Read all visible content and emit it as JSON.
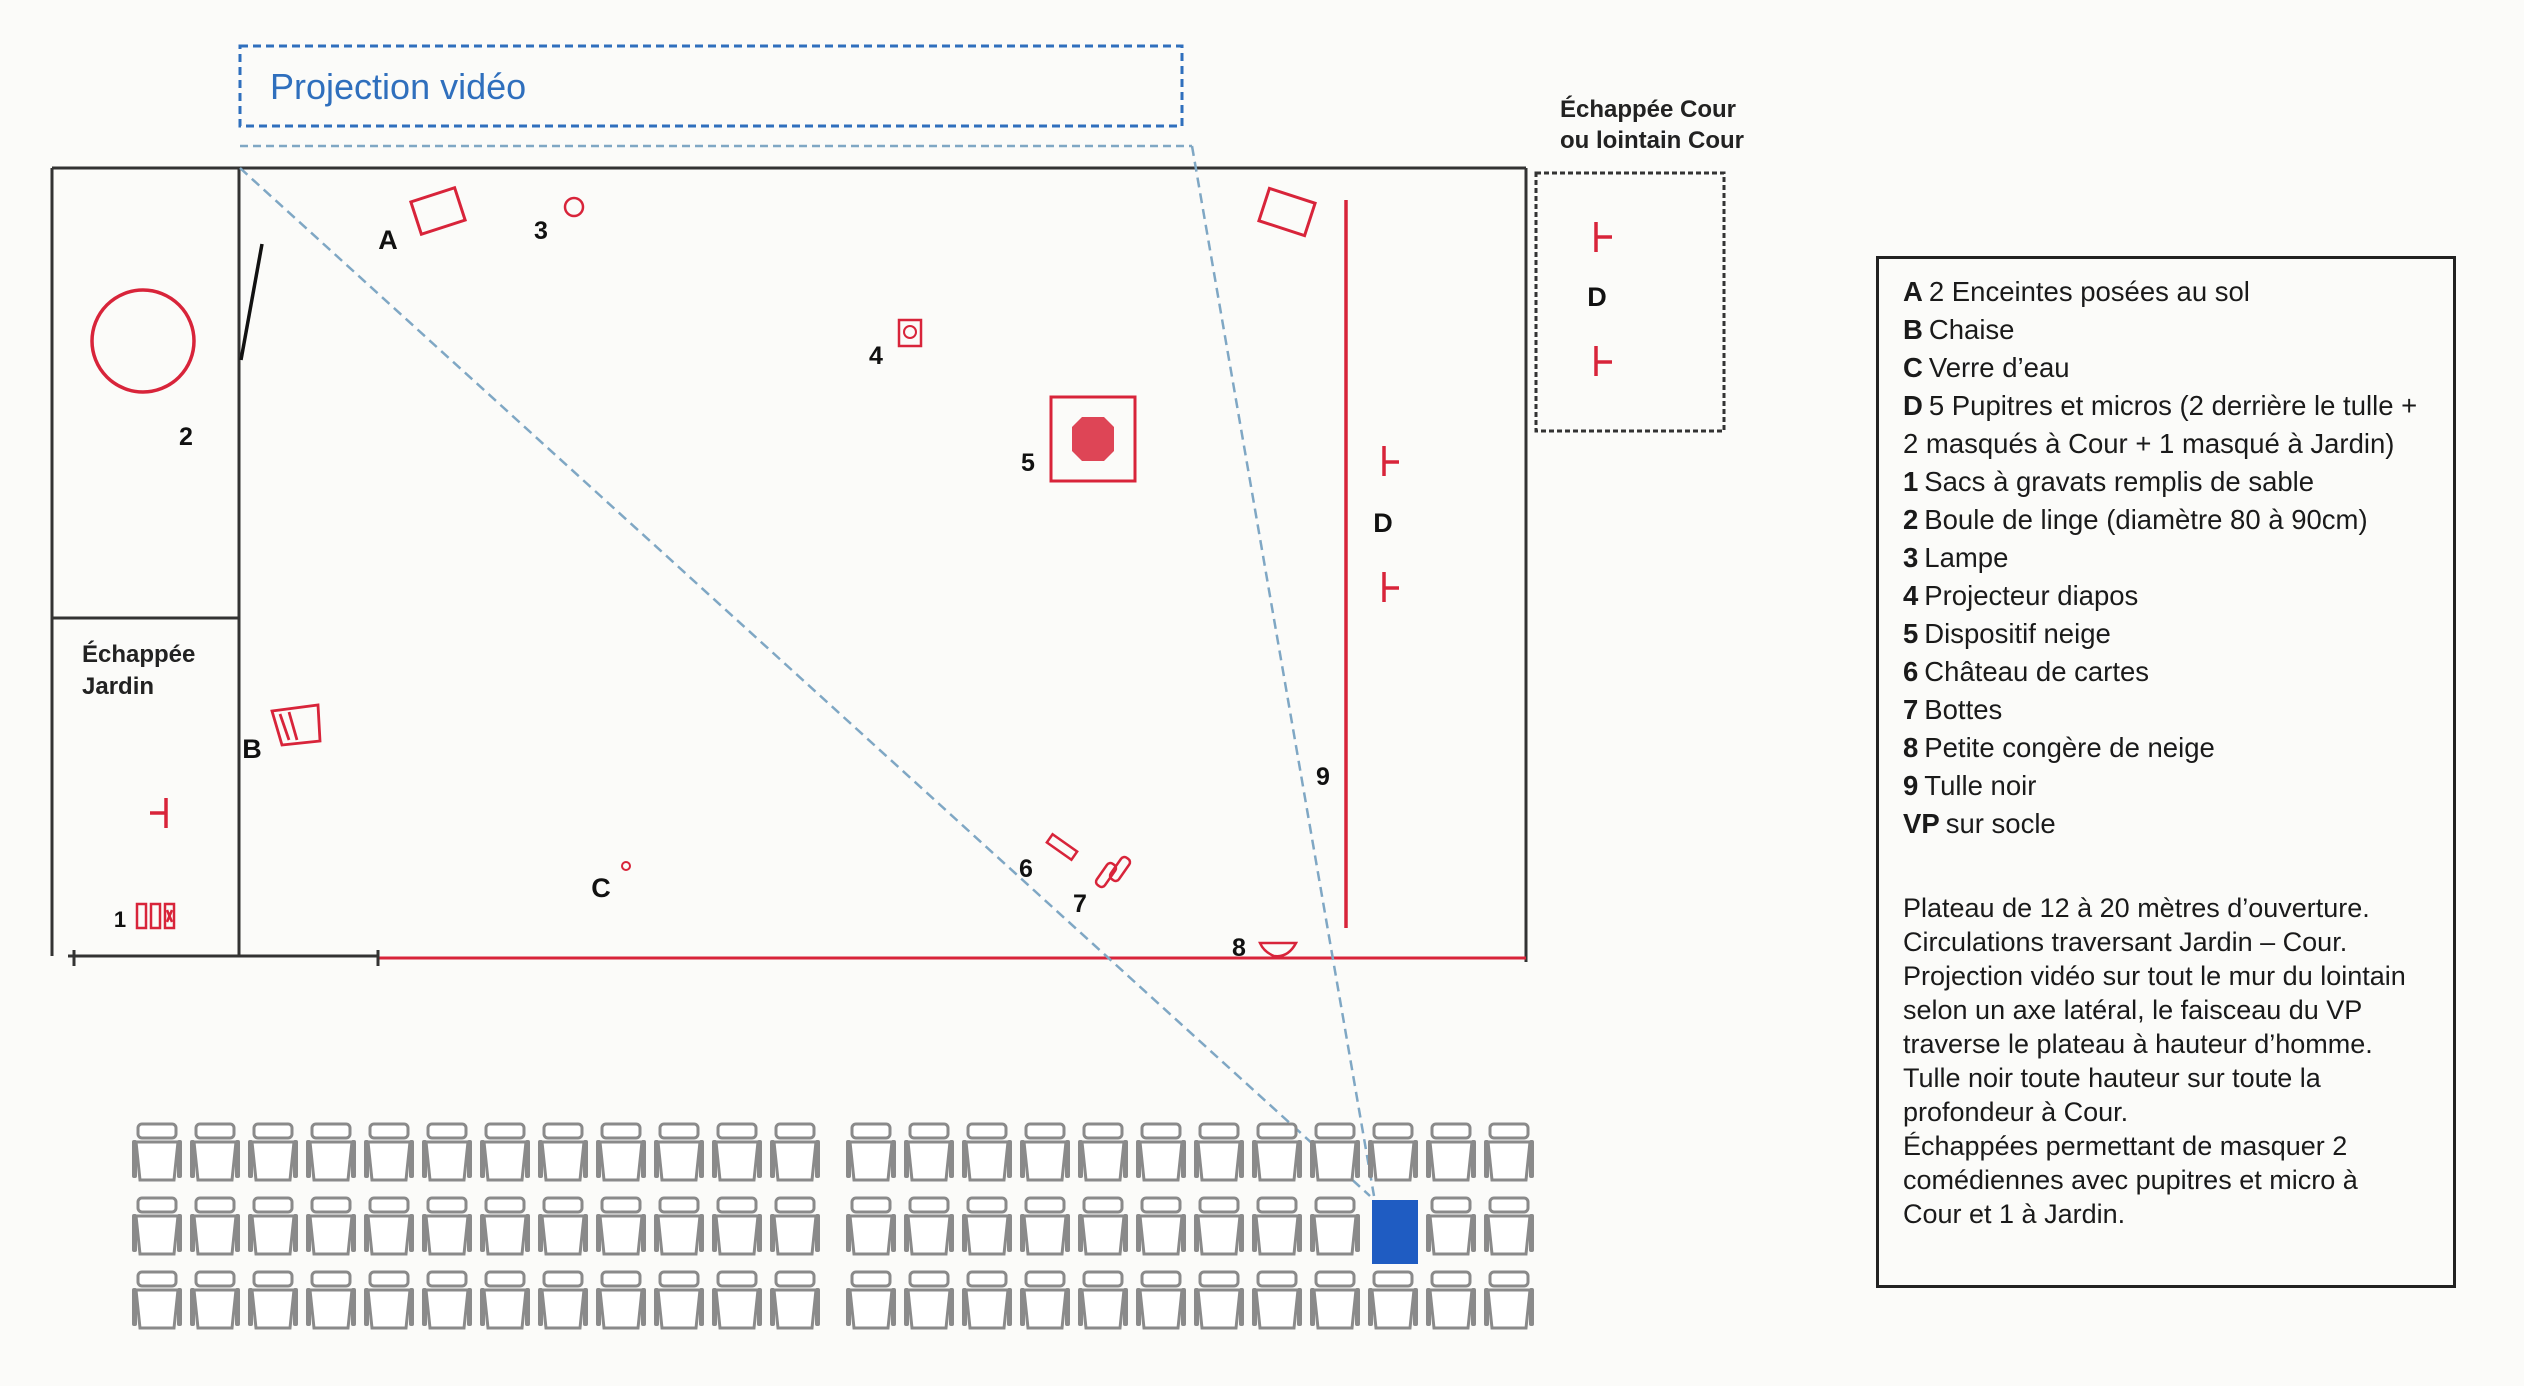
{
  "diagram": {
    "projection_label": "Projection vidéo",
    "echappee_cour_label": [
      "Échappée Cour",
      "ou lointain Cour"
    ],
    "echappee_jardin_label": [
      "Échappée",
      "Jardin"
    ],
    "markers": {
      "A": "A",
      "B": "B",
      "C": "C",
      "D_stage": "D",
      "D_side": "D",
      "n1": "1",
      "n2": "2",
      "n3": "3",
      "n4": "4",
      "n5": "5",
      "n6": "6",
      "n7": "7",
      "n8": "8",
      "n9": "9"
    },
    "colors": {
      "prop_red": "#d8243a",
      "beam_blue": "#7fa7c4",
      "projection_blue": "#2f6fbd",
      "vp_blue": "#1f5cc2",
      "seat_grey": "#8a8a8a",
      "line": "#333333"
    },
    "audience": {
      "rows": 3,
      "seats_per_block": 12,
      "blocks": 2,
      "vp_position": {
        "row": 2,
        "block": 2,
        "seat": 10
      }
    }
  },
  "legend": {
    "items": [
      {
        "key": "A",
        "text": "2 Enceintes posées au sol"
      },
      {
        "key": "B",
        "text": "Chaise"
      },
      {
        "key": "C",
        "text": "Verre d’eau"
      },
      {
        "key": "D",
        "text": "5 Pupitres et micros (2 derrière le tulle +"
      },
      {
        "key": "",
        "text": "2 masqués à Cour + 1 masqué à Jardin)"
      },
      {
        "key": "1",
        "text": "Sacs à gravats remplis de sable"
      },
      {
        "key": "2",
        "text": "Boule de linge (diamètre 80 à 90cm)"
      },
      {
        "key": "3",
        "text": "Lampe"
      },
      {
        "key": "4",
        "text": "Projecteur diapos"
      },
      {
        "key": "5",
        "text": "Dispositif neige"
      },
      {
        "key": "6",
        "text": "Château de cartes"
      },
      {
        "key": "7",
        "text": "Bottes"
      },
      {
        "key": "8",
        "text": "Petite congère de neige"
      },
      {
        "key": "9",
        "text": "Tulle noir"
      },
      {
        "key": "VP",
        "text": "sur socle"
      }
    ],
    "notes": [
      "Plateau de 12 à 20 mètres d’ouverture.",
      "Circulations traversant Jardin – Cour.",
      "Projection vidéo sur tout le mur du lointain",
      "selon un axe latéral, le faisceau du VP",
      "traverse le plateau à hauteur d’homme.",
      "Tulle noir toute hauteur sur toute la",
      "profondeur à Cour.",
      "Échappées permettant de masquer 2",
      "comédiennes avec pupitres et micro à",
      "Cour et 1 à Jardin."
    ]
  }
}
